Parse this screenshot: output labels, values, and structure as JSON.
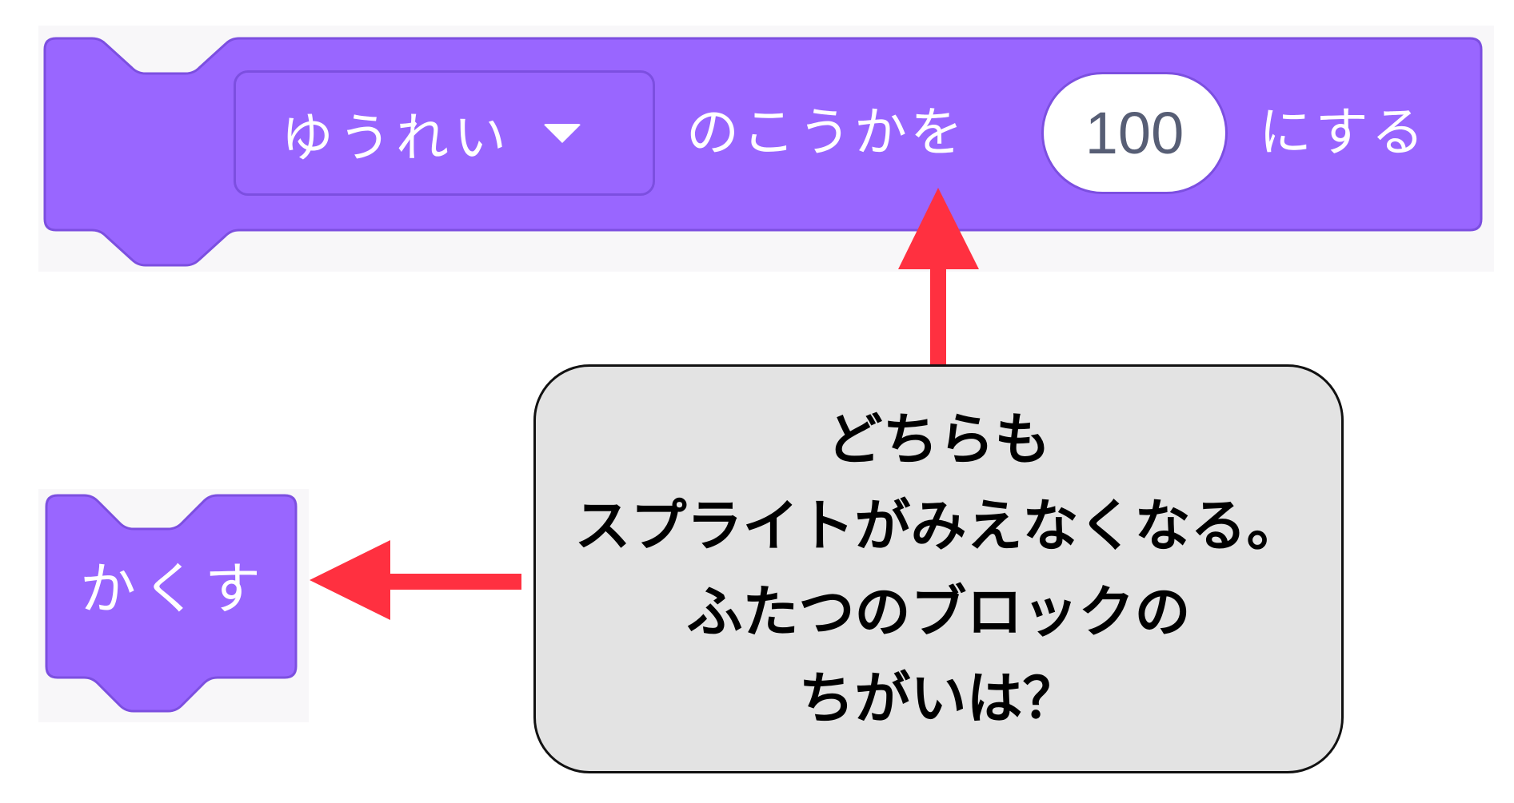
{
  "colors": {
    "block_fill": "#9966ff",
    "block_border": "#7c4fe0",
    "arrow": "#ff3040",
    "callout_fill": "#e3e3e3",
    "input_text": "#575e75"
  },
  "block_set_effect": {
    "sprite_dropdown": "ゆうれい",
    "text_before_input": "のこうかを",
    "value": "100",
    "text_after_input": "にする"
  },
  "block_hide": {
    "label": "かくす"
  },
  "callout": {
    "lines": [
      "どちらも",
      "スプライトがみえなくなる。",
      "ふたつのブロックの",
      "ちがいは？"
    ]
  }
}
